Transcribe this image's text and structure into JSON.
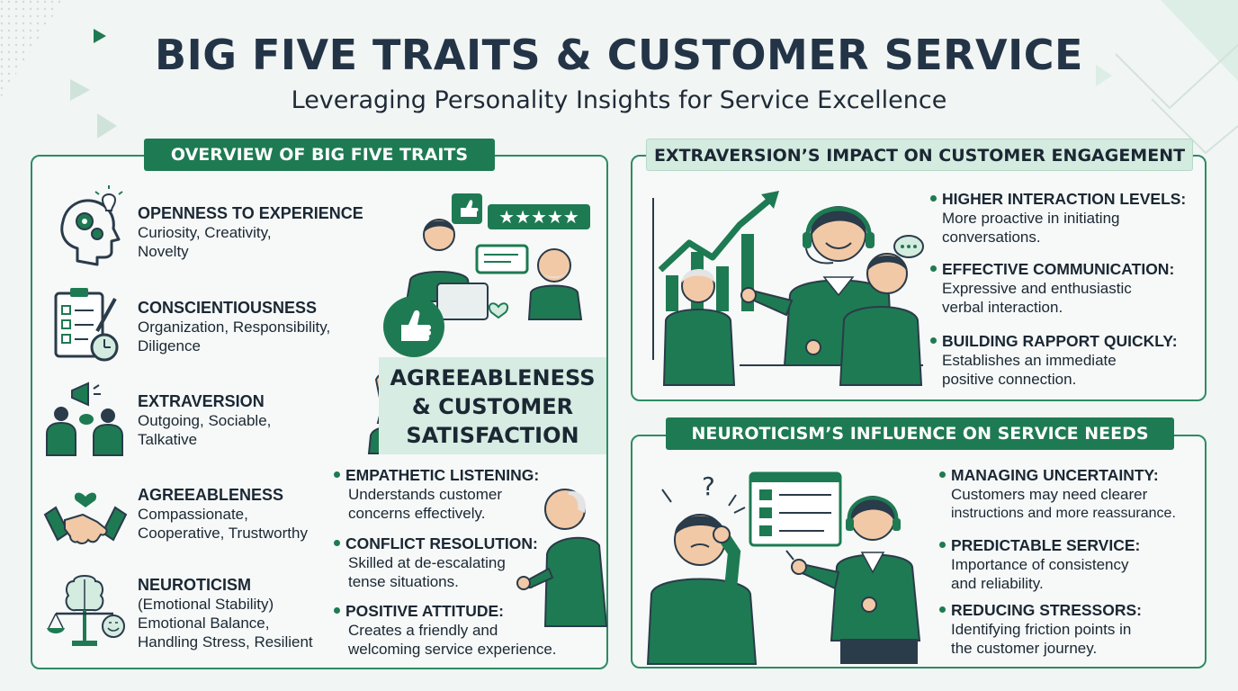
{
  "header": {
    "title": "BIG FIVE TRAITS & CUSTOMER SERVICE",
    "subtitle": "Leveraging Personality Insights for Service Excellence"
  },
  "colors": {
    "primary_green": "#1e7a52",
    "light_green": "#d4ebe0",
    "border_green": "#2e8b62",
    "text_dark": "#1b2733",
    "background": "#f1f5f4"
  },
  "overview": {
    "heading": "OVERVIEW OF BIG FIVE TRAITS",
    "traits": [
      {
        "name": "OPENNESS TO EXPERIENCE",
        "desc": "Curiosity, Creativity,",
        "desc2": "Novelty",
        "icon": "head-gears-icon"
      },
      {
        "name": "CONSCIENTIOUSNESS",
        "desc": "Organization, Responsibility,",
        "desc2": "Diligence",
        "icon": "checklist-clock-icon"
      },
      {
        "name": "EXTRAVERSION",
        "desc": "Outgoing, Sociable,",
        "desc2": "Talkative",
        "icon": "people-megaphone-icon"
      },
      {
        "name": "AGREEABLENESS",
        "desc": "Compassionate,",
        "desc2": "Cooperative, Trustworthy",
        "icon": "handshake-heart-icon"
      },
      {
        "name": "NEUROTICISM",
        "name2": "(Emotional Stability)",
        "desc": "Emotional Balance,",
        "desc2": "Handling Stress, Resilient",
        "icon": "brain-scale-icon"
      }
    ]
  },
  "agreeableness": {
    "heading_line1": "AGREEABLENESS",
    "heading_line2": "& CUSTOMER",
    "heading_line3": "SATISFACTION",
    "rating_stars": "★★★★★",
    "bullets": [
      {
        "head": "EMPATHETIC LISTENING:",
        "desc": "Understands customer",
        "desc2": "concerns effectively."
      },
      {
        "head": "CONFLICT RESOLUTION:",
        "desc": "Skilled at de-escalating",
        "desc2": "tense situations."
      },
      {
        "head": "POSITIVE ATTITUDE:",
        "desc": "Creates a friendly and",
        "desc2": "welcoming service experience."
      }
    ]
  },
  "extraversion": {
    "heading": "EXTRAVERSION’S IMPACT ON CUSTOMER ENGAGEMENT",
    "bullets": [
      {
        "head": "HIGHER INTERACTION LEVELS:",
        "desc": "More proactive in initiating",
        "desc2": "conversations."
      },
      {
        "head": "EFFECTIVE COMMUNICATION:",
        "desc": "Expressive and enthusiastic",
        "desc2": "verbal interaction."
      },
      {
        "head": "BUILDING RAPPORT QUICKLY:",
        "desc": "Establishes an immediate",
        "desc2": "positive connection."
      }
    ]
  },
  "neuroticism": {
    "heading": "NEUROTICISM’S INFLUENCE ON SERVICE NEEDS",
    "question_mark": "?",
    "bullets": [
      {
        "head": "MANAGING UNCERTAINTY:",
        "desc": "Customers may need clearer",
        "desc2": "instructions and more reassurance."
      },
      {
        "head": "PREDICTABLE SERVICE:",
        "desc": "Importance of consistency",
        "desc2": "and reliability."
      },
      {
        "head": "REDUCING STRESSORS:",
        "desc": "Identifying friction points in",
        "desc2": "the customer journey."
      }
    ]
  }
}
